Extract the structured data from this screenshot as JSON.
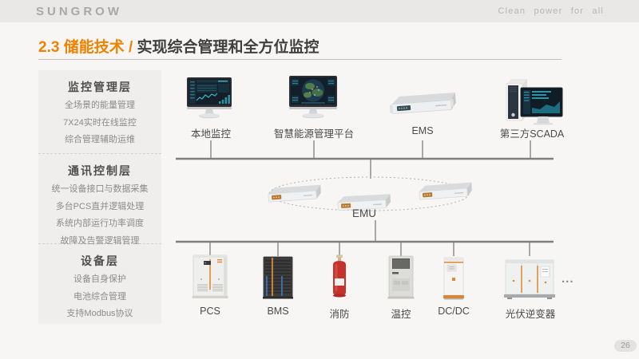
{
  "header": {
    "logo": "SUNGROW",
    "tagline": "Clean power for all"
  },
  "title": {
    "prefix": "2.3 储能技术 / ",
    "text": "实现综合管理和全方位监控"
  },
  "sidebar": {
    "sections": [
      {
        "title": "监控管理层",
        "items": [
          "全场景的能量管理",
          "7X24实时在线监控",
          "综合管理辅助运维"
        ]
      },
      {
        "title": "通讯控制层",
        "items": [
          "统一设备接口与数据采集",
          "多台PCS直并逻辑处理",
          "系统内部运行功率调度",
          "故障及告警逻辑管理"
        ]
      },
      {
        "title": "设备层",
        "items": [
          "设备自身保护",
          "电池综合管理",
          "支持Modbus协议"
        ]
      }
    ]
  },
  "diagram": {
    "top_row": [
      {
        "label": "本地监控",
        "icon": "monitor-dashboard-icon"
      },
      {
        "label": "智慧能源管理平台",
        "icon": "monitor-map-icon"
      },
      {
        "label": "EMS",
        "icon": "rack-server-icon"
      },
      {
        "label": "第三方SCADA",
        "icon": "desktop-computer-icon"
      }
    ],
    "gateway": {
      "label": "EMU",
      "icon": "gateway-rack-icon",
      "unit_count": 3
    },
    "bottom_row": [
      {
        "label": "PCS",
        "icon": "pcs-cabinet-icon"
      },
      {
        "label": "BMS",
        "icon": "battery-rack-icon"
      },
      {
        "label": "消防",
        "icon": "fire-extinguisher-icon"
      },
      {
        "label": "温控",
        "icon": "hvac-cabinet-icon"
      },
      {
        "label": "DC/DC",
        "icon": "dcdc-cabinet-icon"
      },
      {
        "label": "光伏逆变器",
        "icon": "pv-inverter-icon"
      }
    ],
    "ellipsis": "..."
  },
  "footer": {
    "page_number": "26"
  },
  "colors": {
    "accent_orange": "#ef8200",
    "title_dark": "#3f3f3f",
    "line_gray": "#909090",
    "sidebar_bg": "#efeeec",
    "topbar_bg": "#e9e8e6",
    "page_bg": "#f7f6f4"
  }
}
